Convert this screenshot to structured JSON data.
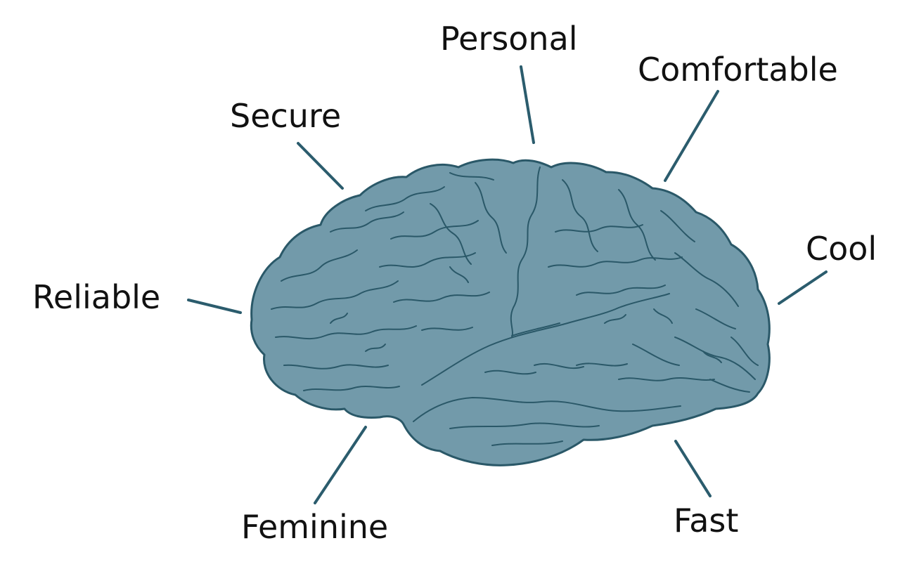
{
  "diagram": {
    "labels": {
      "personal": "Personal",
      "comfortable": "Comfortable",
      "secure": "Secure",
      "cool": "Cool",
      "reliable": "Reliable",
      "feminine": "Feminine",
      "fast": "Fast"
    },
    "colors": {
      "brain_fill": "#729aaa",
      "brain_outline": "#2a5868",
      "connector_line": "#2b5c6d",
      "text": "#111111",
      "background": "#ffffff"
    },
    "icons": {
      "center": "brain-icon"
    }
  }
}
